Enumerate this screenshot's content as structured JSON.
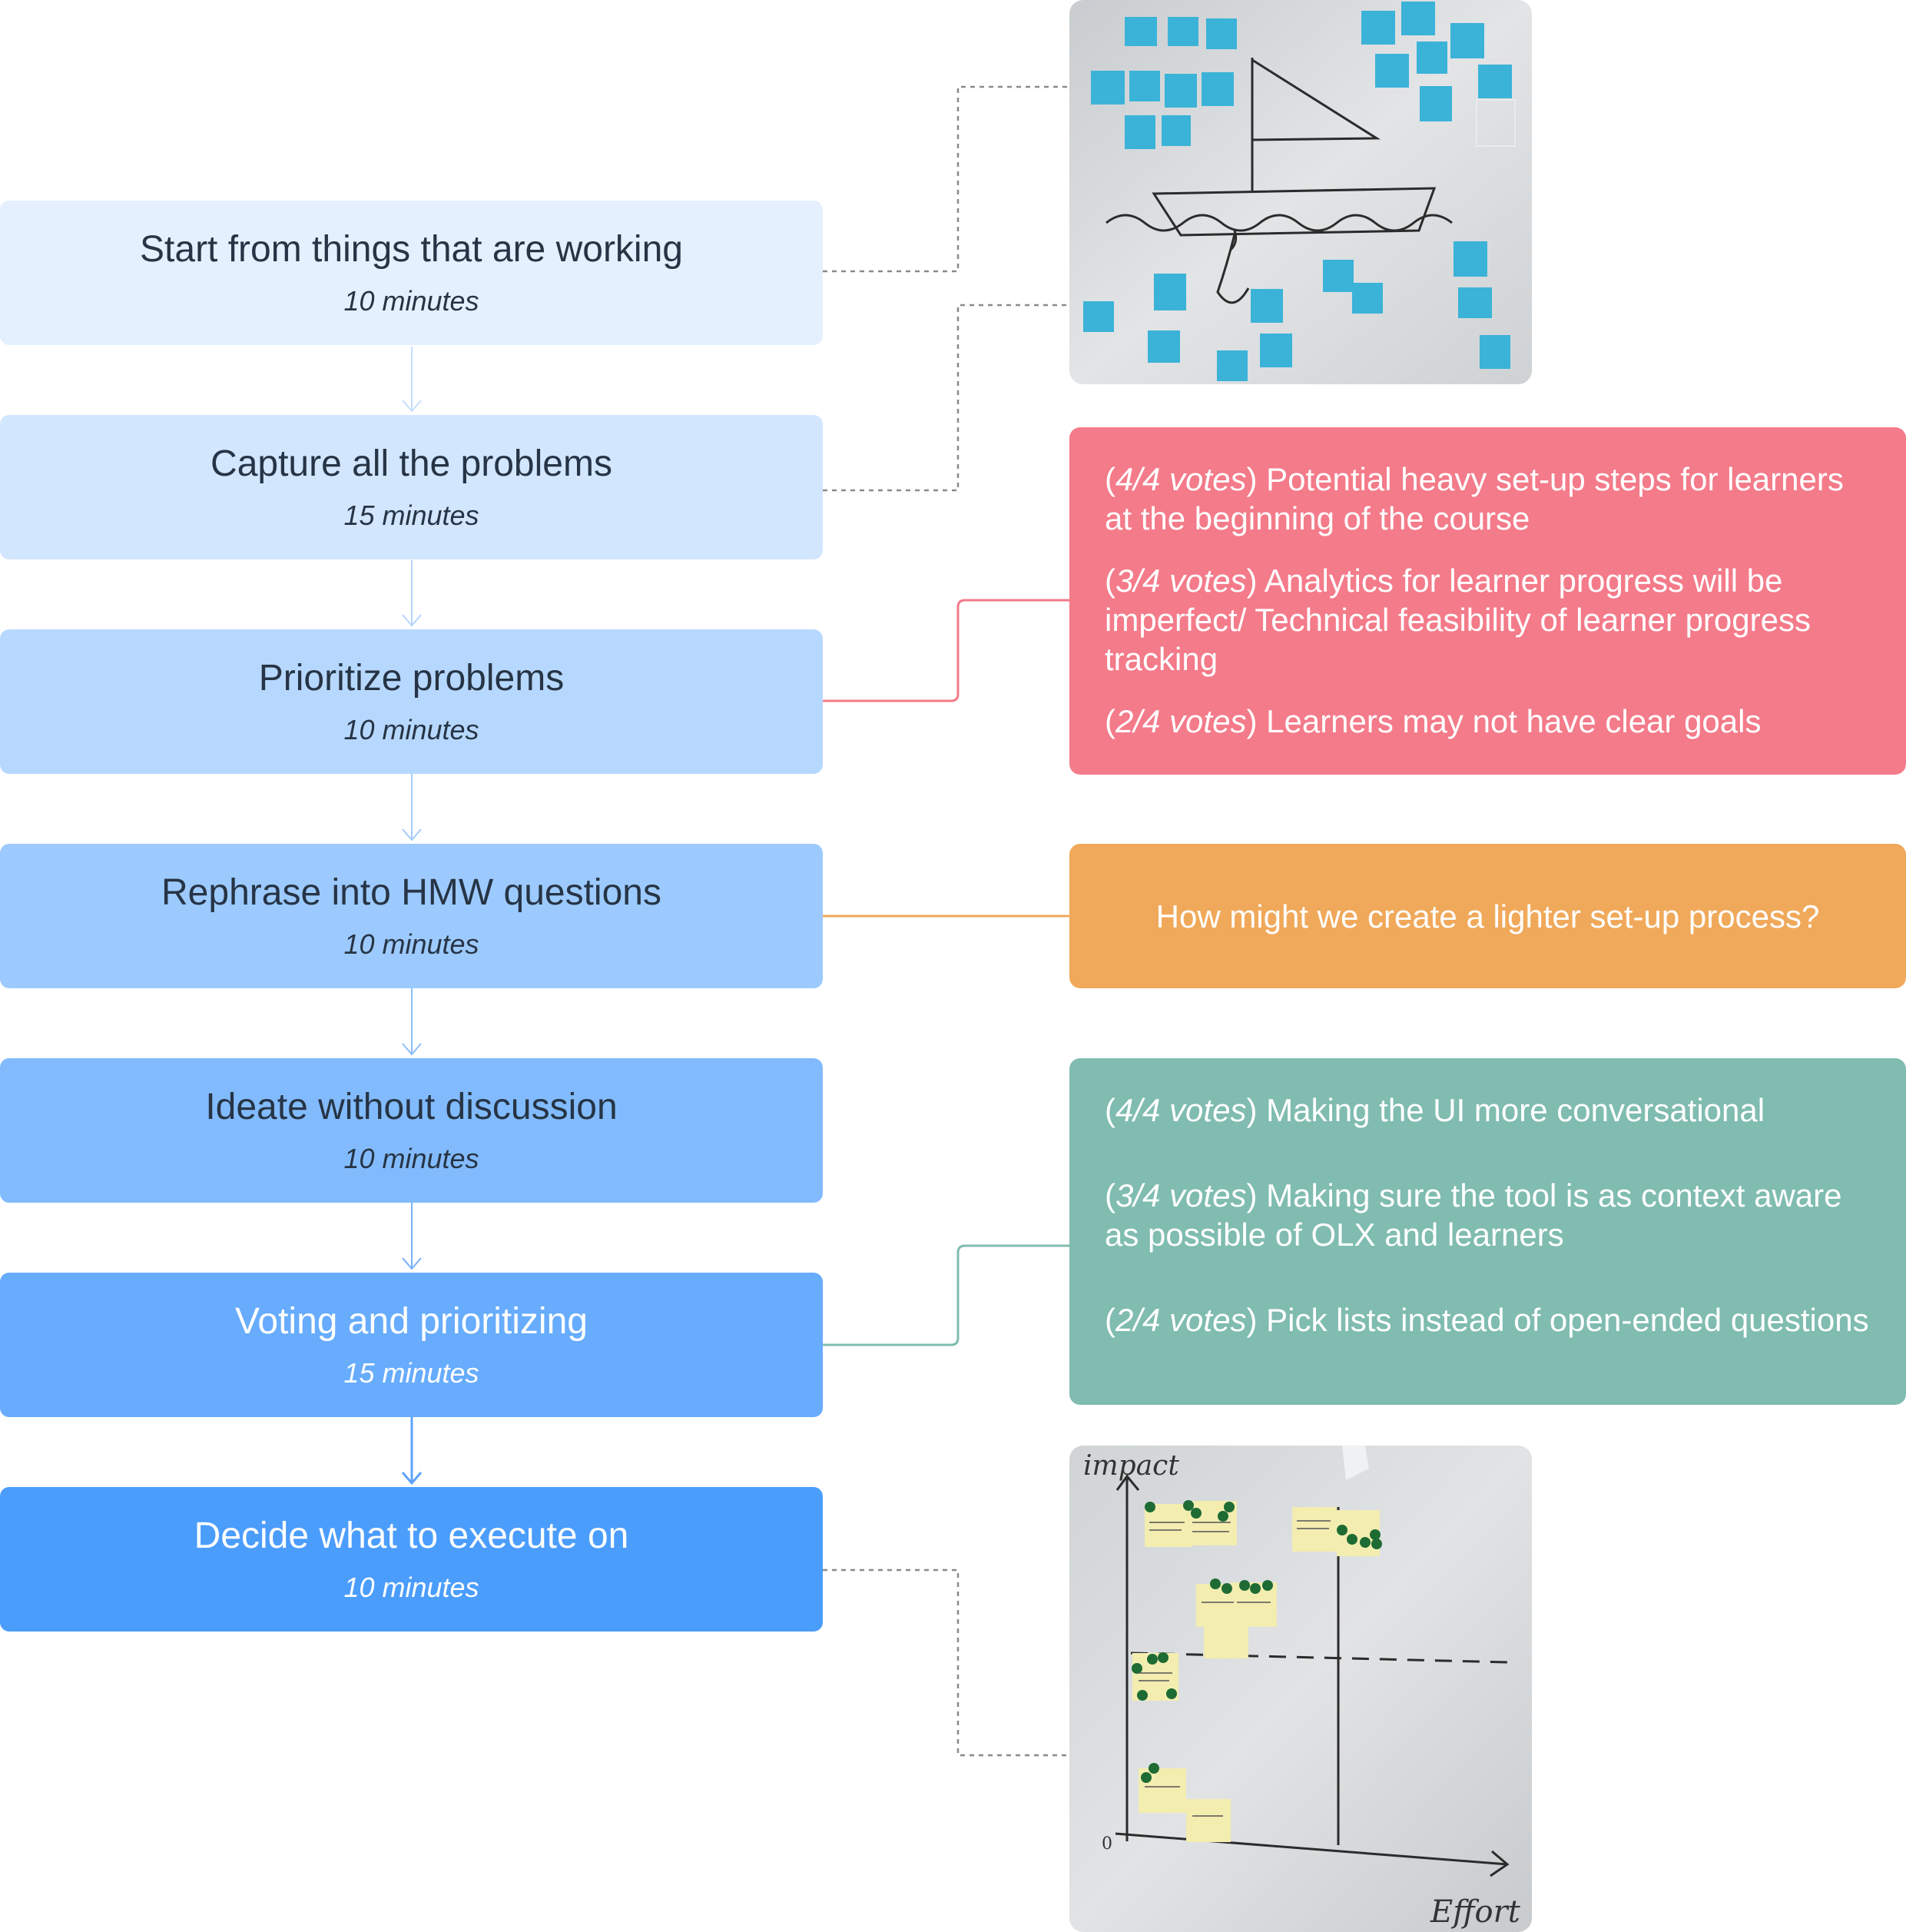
{
  "steps": [
    {
      "title": "Start from things that are working",
      "duration": "10 minutes"
    },
    {
      "title": "Capture all the problems",
      "duration": "15 minutes"
    },
    {
      "title": "Prioritize problems",
      "duration": "10 minutes"
    },
    {
      "title": "Rephrase into HMW questions",
      "duration": "10 minutes"
    },
    {
      "title": "Ideate without discussion",
      "duration": "10 minutes"
    },
    {
      "title": "Voting and prioritizing",
      "duration": "15 minutes"
    },
    {
      "title": "Decide what to execute on",
      "duration": "10 minutes"
    }
  ],
  "problems_card": {
    "items": [
      {
        "votes": "4/4 votes",
        "text": " Potential heavy set-up steps for learners at the beginning of the course"
      },
      {
        "votes": "3/4 votes",
        "text": " Analytics for learner progress will be imperfect/ Technical feasibility of learner progress tracking"
      },
      {
        "votes": "2/4 votes",
        "text": " Learners may not have clear goals"
      }
    ]
  },
  "hmw_card": {
    "text": "How might we create a lighter set-up process?"
  },
  "ideas_card": {
    "items": [
      {
        "votes": "4/4 votes",
        "text": " Making the UI more conversational"
      },
      {
        "votes": "3/4 votes",
        "text": " Making sure the tool is as context aware as possible of OLX and learners"
      },
      {
        "votes": "2/4 votes",
        "text": " Pick lists instead of open-ended questions"
      }
    ]
  },
  "matrix_photo": {
    "y_axis": "impact",
    "x_axis": "Effort",
    "origin": "0"
  },
  "colors": {
    "step_fills": [
      "#e4f0fe",
      "#d2e6fe",
      "#b7d8fe",
      "#9dcafe",
      "#82bbfd",
      "#67acfd",
      "#4b9dfc"
    ],
    "problems": "#f47b8a",
    "hmw": "#f0a95a",
    "ideas": "#80bcb0",
    "whiteboard": "#d9dcdf",
    "sticky_blue": "#3bb3d8",
    "sticky_yellow": "#f3edb0",
    "vote_dot": "#1e6b34"
  }
}
